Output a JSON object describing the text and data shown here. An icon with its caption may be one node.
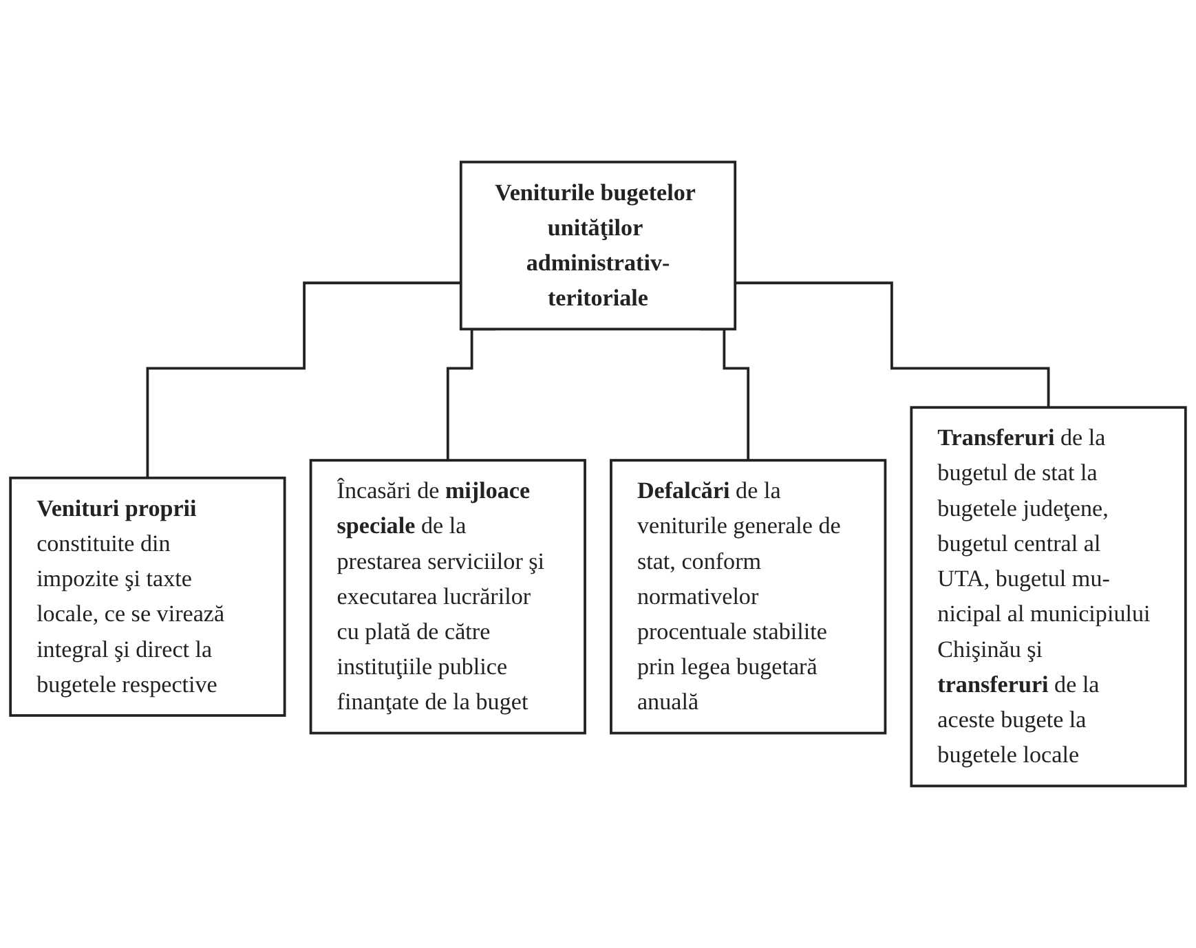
{
  "diagram": {
    "nodes": [
      {
        "text": [
          "Veniturile bugetelor unităţilor administrativ-teritoriale"
        ]
      },
      {
        "text": [
          "**Venituri proprii** constituite din impozite şi taxte locale, ce se virează integral şi direct la bugetele respective"
        ]
      },
      {
        "text": [
          "Încasări de **mijloace speciale** de la prestarea serviciilor şi executarea lucrărilor cu plată de către instituţiile publice finanţate de la buget"
        ]
      },
      {
        "text": [
          "**Defalcări** de la veniturile generale de stat, conform normativelor procentuale stabilite prin legea bugetară anuală"
        ]
      },
      {
        "text": [
          "**Transferuri** de la bugetul de stat la bugetele judeţene, bugetul central al UTA, bugetul mu-nicipal al municipiului Chişinău şi **transferuri** de la aceste bugete la bugetele locale"
        ]
      }
    ],
    "edges": [
      {
        "from": 0,
        "to": 1,
        "arrow": "none"
      },
      {
        "from": 0,
        "to": 2,
        "arrow": "none"
      },
      {
        "from": 0,
        "to": 3,
        "arrow": "none"
      },
      {
        "from": 0,
        "to": 4,
        "arrow": "none"
      }
    ]
  }
}
